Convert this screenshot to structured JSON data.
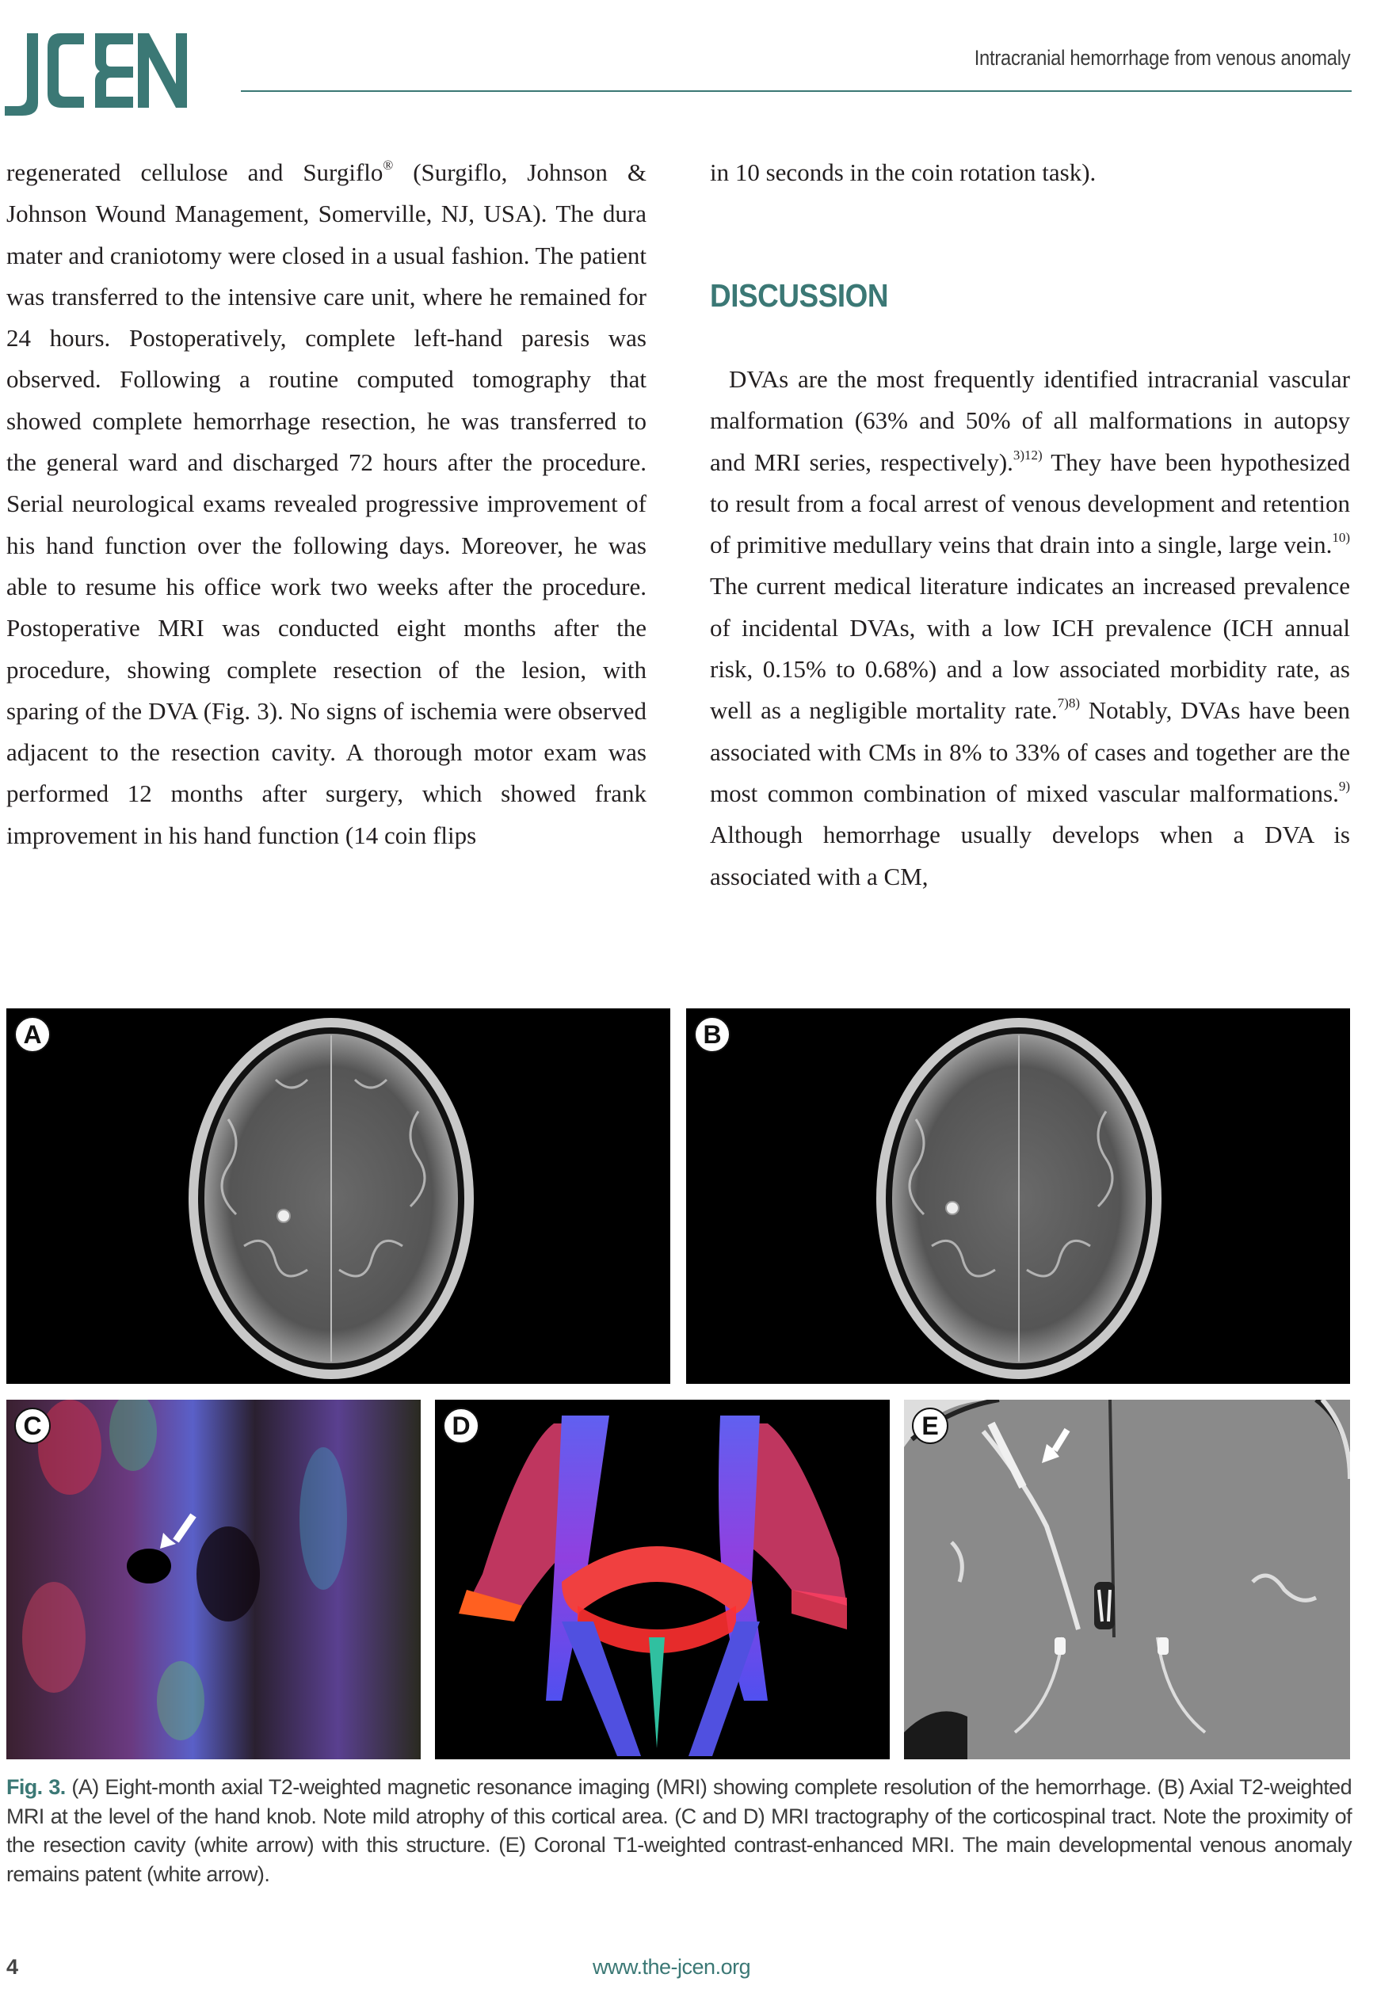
{
  "header": {
    "logo_text": "JCEN",
    "running_head": "Intracranial hemorrhage from venous anomaly",
    "brand_color": "#3b7875"
  },
  "left_column": {
    "paragraph": "regenerated cellulose and Surgiflo",
    "paragraph_sup": "®",
    "paragraph_rest": " (Surgiflo, Johnson & Johnson Wound Management, Somerville, NJ, USA). The dura mater and craniotomy were closed in a usual fashion. The patient was transferred to the intensive care unit, where he remained for 24 hours. Postoperatively, complete left-hand paresis was observed. Following a routine computed tomography that showed complete hemorrhage resection, he was transferred to the general ward and discharged 72 hours after the procedure. Serial neurological exams revealed progressive improvement of his hand function over the following days. Moreover, he was able to resume his office work two weeks after the procedure. Postoperative MRI was conducted eight months after the procedure, showing complete resection of the lesion, with sparing of the DVA (Fig. 3). No signs of ischemia were observed adjacent to the resection cavity. A thorough motor exam was performed 12 months after surgery, which showed frank improvement in his hand function (14 coin flips"
  },
  "right_column": {
    "continuation": "in 10 seconds in the coin rotation task).",
    "section_heading": "DISCUSSION",
    "discussion": {
      "s1": "DVAs are the most frequently identified intracranial vascular malformation (63% and 50% of all malformations in autopsy and MRI series, respectively).",
      "ref1": "3)12)",
      "s2": " They have been hypothesized to result from a focal arrest of venous development and retention of primitive medullary veins that drain into a single, large vein.",
      "ref2": "10)",
      "s3": " The current medical literature indicates an increased prevalence of incidental DVAs, with a low ICH prevalence (ICH annual risk, 0.15% to 0.68%) and a low associated morbidity rate, as well as a negligible mortality rate.",
      "ref3": "7)8)",
      "s4": " Notably, DVAs have been associated with CMs in 8% to 33% of cases and together are the most common combination of mixed vascular malformations.",
      "ref4": "9)",
      "s5": " Although hemorrhage usually develops when a DVA is associated with a CM,"
    }
  },
  "figure": {
    "panels": [
      {
        "label": "A",
        "description": "Axial T2-weighted MRI, eight-month follow-up"
      },
      {
        "label": "B",
        "description": "Axial T2-weighted MRI at level of hand knob"
      },
      {
        "label": "C",
        "description": "MRI tractography color map with white arrow"
      },
      {
        "label": "D",
        "description": "Corticospinal tract tractography"
      },
      {
        "label": "E",
        "description": "Coronal T1-weighted contrast-enhanced MRI with white arrow"
      }
    ],
    "caption_label": "Fig. 3.",
    "caption_text": " (A) Eight-month axial T2-weighted magnetic resonance imaging (MRI) showing complete resolution of the hemorrhage. (B) Axial T2-weighted MRI at the level of the hand knob. Note mild atrophy of this cortical area. (C and D) MRI tractography of the corticospinal tract. Note the proximity of the resection cavity (white arrow) with this structure. (E) Coronal T1-weighted contrast-enhanced MRI. The main developmental venous anomaly remains  patent (white arrow)."
  },
  "footer": {
    "page_number": "4",
    "url": "www.the-jcen.org"
  }
}
